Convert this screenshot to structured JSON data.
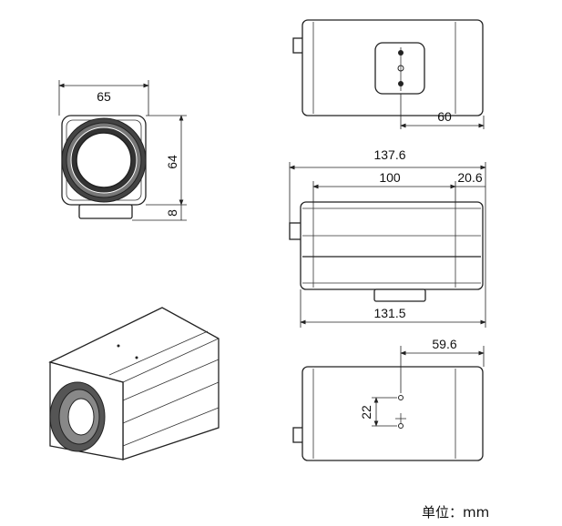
{
  "dimensions": {
    "front_width": "65",
    "front_height": "64",
    "mount_height": "8",
    "top_offset": "60",
    "overall_length": "137.6",
    "body_length": "100",
    "rear_length": "20.6",
    "base_length": "131.5",
    "bottom_offset": "59.6",
    "hole_spacing": "22"
  },
  "unit_label": "单位：mm"
}
